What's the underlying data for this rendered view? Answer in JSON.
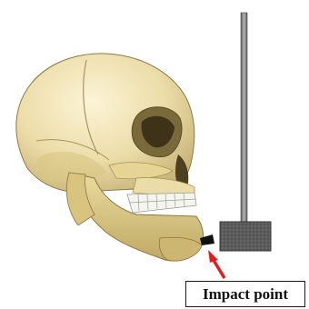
{
  "figure": {
    "label": "Impact point"
  },
  "parts": [
    {
      "name": "skull",
      "color": "#efe3b4"
    },
    {
      "name": "mandible",
      "color": "#e6d69f"
    },
    {
      "name": "teeth",
      "color": "#f6f6f2"
    },
    {
      "name": "impactor-rod",
      "color": "#8a8a8a"
    },
    {
      "name": "impactor-mass",
      "color": "#5a5a5a"
    },
    {
      "name": "arrow",
      "color": "#e02020"
    }
  ]
}
